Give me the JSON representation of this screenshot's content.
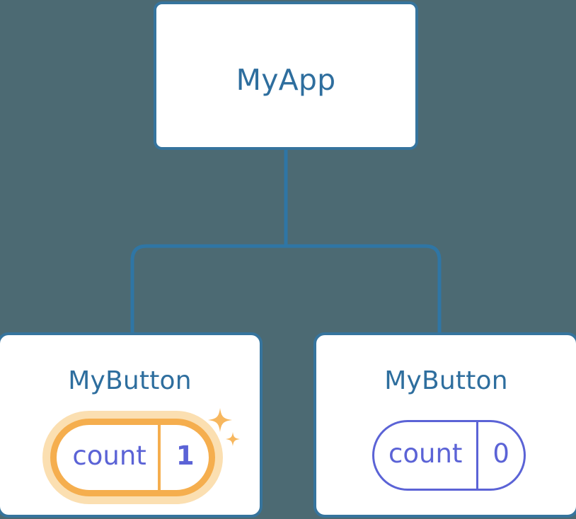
{
  "theme": {
    "background": "#4c6a73",
    "card_background": "#ffffff",
    "card_border": "#36749d",
    "title_text": "#2e6e9e",
    "connector": "#2f76a5",
    "state_accent": "#5b63d6",
    "highlight_ring": "#f5ae4e",
    "highlight_halo": "#fbdfb1"
  },
  "diagram": {
    "type": "component-tree",
    "root": {
      "title": "MyApp"
    },
    "children": [
      {
        "title": "MyButton",
        "state": {
          "key": "count",
          "value": "1"
        },
        "highlighted": true,
        "sparkle_icon": "sparkles-icon"
      },
      {
        "title": "MyButton",
        "state": {
          "key": "count",
          "value": "0"
        },
        "highlighted": false
      }
    ]
  }
}
